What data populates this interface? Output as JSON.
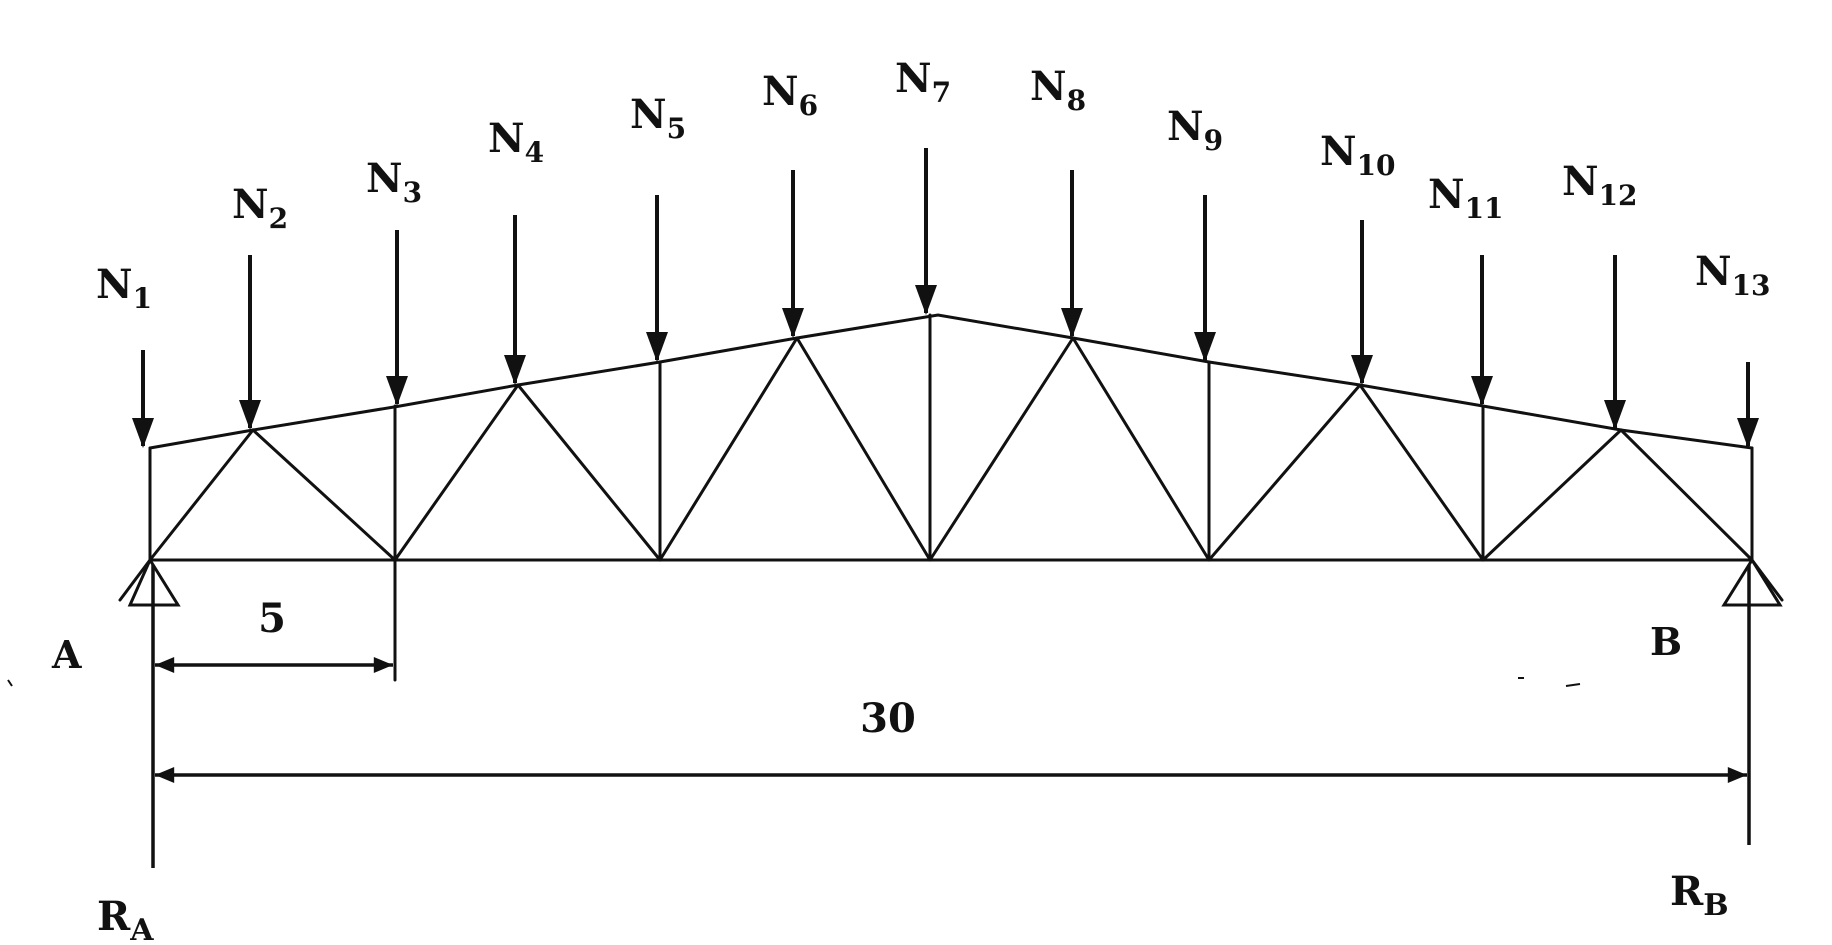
{
  "diagram": {
    "loads": [
      {
        "main": "N",
        "sub": "1"
      },
      {
        "main": "N",
        "sub": "2"
      },
      {
        "main": "N",
        "sub": "3"
      },
      {
        "main": "N",
        "sub": "4"
      },
      {
        "main": "N",
        "sub": "5"
      },
      {
        "main": "N",
        "sub": "6"
      },
      {
        "main": "N",
        "sub": "7"
      },
      {
        "main": "N",
        "sub": "8"
      },
      {
        "main": "N",
        "sub": "9"
      },
      {
        "main": "N",
        "sub": "10"
      },
      {
        "main": "N",
        "sub": "11"
      },
      {
        "main": "N",
        "sub": "12"
      },
      {
        "main": "N",
        "sub": "13"
      }
    ],
    "supports": {
      "left": "A",
      "right": "B"
    },
    "reactions": {
      "left": {
        "main": "R",
        "sub": "A"
      },
      "right": {
        "main": "R",
        "sub": "B"
      }
    },
    "dimensions": {
      "panel": "5",
      "span": "30"
    }
  }
}
